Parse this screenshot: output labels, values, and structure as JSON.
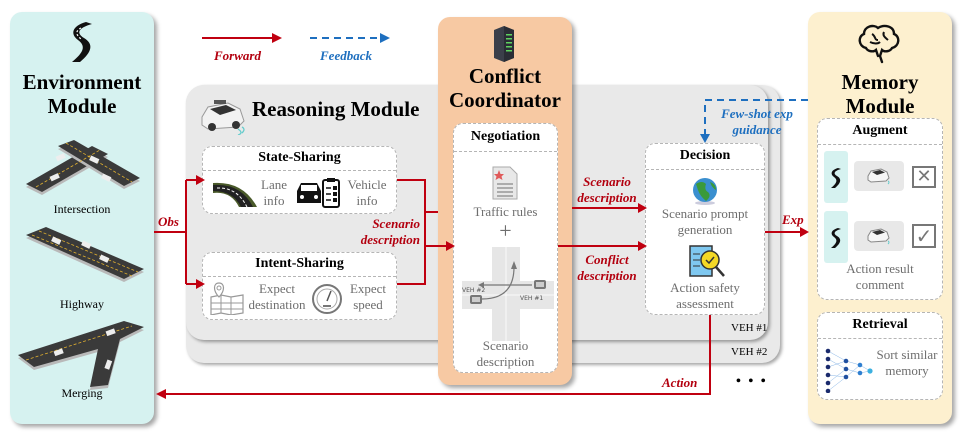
{
  "legend": {
    "forward": {
      "label": "Forward",
      "color": "#c00010"
    },
    "feedback": {
      "label": "Feedback",
      "color": "#1e6fbf"
    }
  },
  "environment": {
    "title_line1": "Environment",
    "title_line2": "Module",
    "icon": "winding-road-icon",
    "scenarios": [
      {
        "label": "Intersection",
        "icon": "intersection-road-icon"
      },
      {
        "label": "Highway",
        "icon": "highway-road-icon"
      },
      {
        "label": "Merging",
        "icon": "merging-road-icon"
      }
    ]
  },
  "reasoning": {
    "title": "Reasoning Module",
    "icon": "autonomous-car-icon",
    "vehicles": [
      "VEH #1",
      "VEH #2"
    ],
    "more": "• • •",
    "state_sharing": {
      "title": "State-Sharing",
      "items": [
        {
          "icon": "lane-road-icon",
          "label_line1": "Lane",
          "label_line2": "info"
        },
        {
          "icon": "vehicle-checklist-icon",
          "label_line1": "Vehicle",
          "label_line2": "info"
        }
      ]
    },
    "intent_sharing": {
      "title": "Intent-Sharing",
      "items": [
        {
          "icon": "map-pin-icon",
          "label_line1": "Expect",
          "label_line2": "destination"
        },
        {
          "icon": "speedometer-icon",
          "label_line1": "Expect",
          "label_line2": "speed"
        }
      ]
    },
    "decision": {
      "title": "Decision",
      "items": [
        {
          "icon": "globe-icon",
          "label_line1": "Scenario prompt",
          "label_line2": "generation"
        },
        {
          "icon": "document-magnifier-icon",
          "label_line1": "Action safety",
          "label_line2": "assessment"
        }
      ]
    }
  },
  "coordinator": {
    "title_line1": "Conflict",
    "title_line2": "Coordinator",
    "icon": "server-icon",
    "negotiation": {
      "title": "Negotiation",
      "rules_label": "Traffic rules",
      "plus": "+",
      "veh1": "VEH #1",
      "veh2": "VEH #2",
      "scenario_line1": "Scenario",
      "scenario_line2": "description"
    }
  },
  "memory": {
    "title_line1": "Memory",
    "title_line2": "Module",
    "icon": "brain-icon",
    "augment": {
      "title": "Augment",
      "rows": [
        {
          "mark": "✕",
          "status": "fail"
        },
        {
          "mark": "✓",
          "status": "success"
        }
      ],
      "caption_line1": "Action result",
      "caption_line2": "comment"
    },
    "retrieval": {
      "title": "Retrieval",
      "caption_line1": "Sort similar",
      "caption_line2": "memory"
    }
  },
  "flows": {
    "obs": "Obs",
    "scenario_desc_line1": "Scenario",
    "scenario_desc_line2": "description",
    "conflict_desc_line1": "Conflict",
    "conflict_desc_line2": "description",
    "exp": "Exp",
    "action": "Action",
    "few_shot_line1": "Few-shot exp",
    "few_shot_line2": "guidance"
  }
}
